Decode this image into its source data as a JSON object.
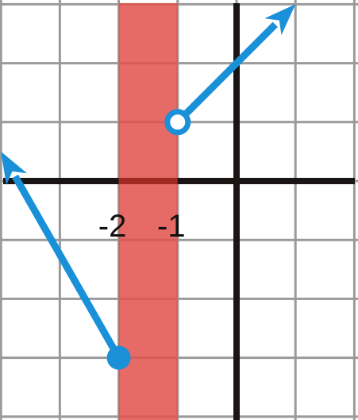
{
  "chart_data": {
    "type": "line",
    "title": "",
    "xlabel": "",
    "ylabel": "",
    "xlim": [
      -4,
      2
    ],
    "ylim": [
      -4,
      3
    ],
    "grid": true,
    "tick_labels": [
      {
        "text": "-2",
        "value": -2
      },
      {
        "text": "-1",
        "value": -1
      }
    ],
    "shaded_region": {
      "x_from": -2,
      "x_to": -1,
      "color": "#e2504a"
    },
    "series": [
      {
        "color": "#1a90d8",
        "start": {
          "x": -2,
          "y": -3,
          "endpoint": "closed"
        },
        "end": {
          "x": -4,
          "y": 0.5,
          "arrow": true
        }
      },
      {
        "color": "#1a90d8",
        "start": {
          "x": -1,
          "y": 1,
          "endpoint": "open"
        },
        "end": {
          "x": 1,
          "y": 3,
          "arrow": true
        }
      }
    ],
    "colors": {
      "grid": "#9a9a9a",
      "axes": "#1a1414",
      "axis_overlap": "#a02a22"
    }
  }
}
